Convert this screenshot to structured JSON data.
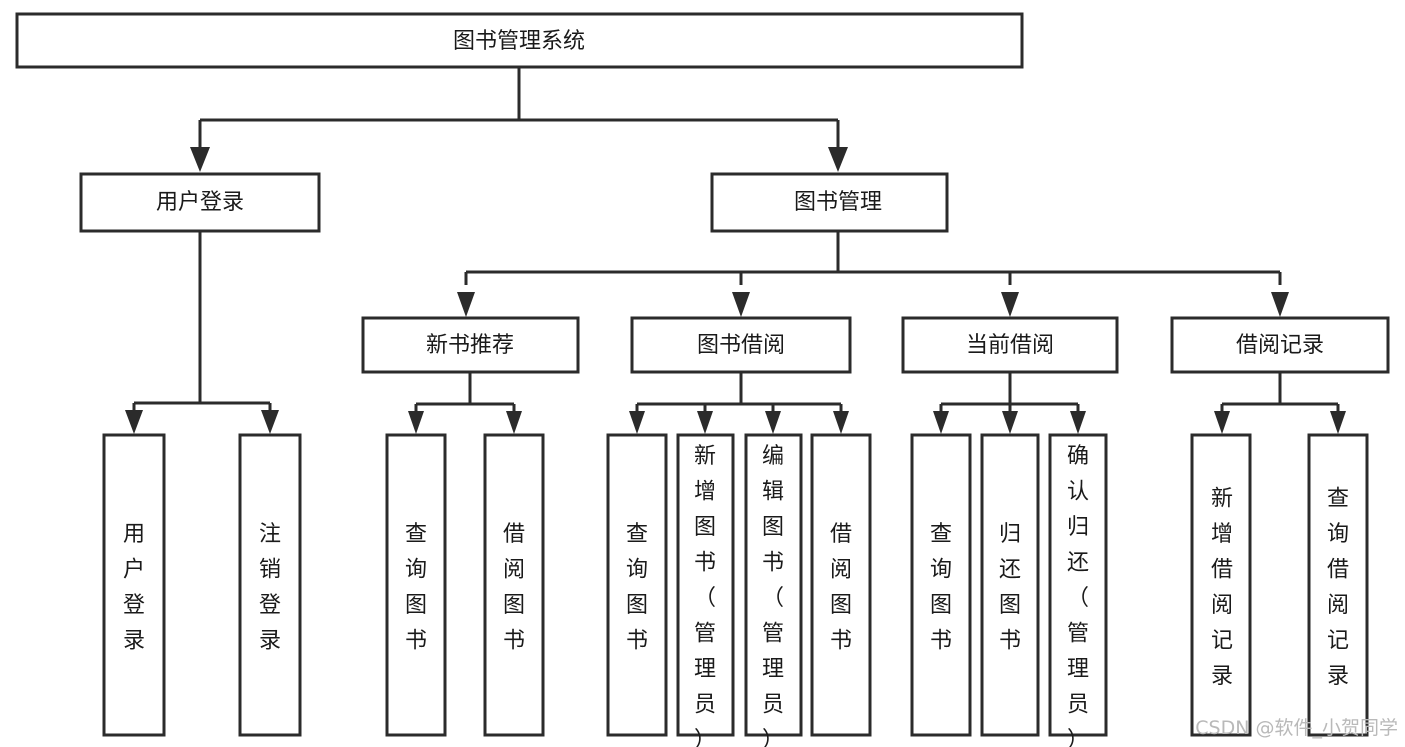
{
  "diagram": {
    "title": "图书管理系统",
    "type": "tree-structure-chart",
    "root": {
      "id": "root",
      "label": "图书管理系统"
    },
    "level2": [
      {
        "id": "user-login",
        "label": "用户登录"
      },
      {
        "id": "book-manage",
        "label": "图书管理"
      }
    ],
    "level3": [
      {
        "id": "new-book-recommend",
        "label": "新书推荐",
        "parent": "book-manage"
      },
      {
        "id": "book-borrow",
        "label": "图书借阅",
        "parent": "book-manage"
      },
      {
        "id": "current-borrow",
        "label": "当前借阅",
        "parent": "book-manage"
      },
      {
        "id": "borrow-record",
        "label": "借阅记录",
        "parent": "book-manage"
      }
    ],
    "leaves": [
      {
        "id": "leaf-user-login",
        "label": "用户登录",
        "parent": "user-login"
      },
      {
        "id": "leaf-user-logout",
        "label": "注销登录",
        "parent": "user-login"
      },
      {
        "id": "leaf-query-book-1",
        "label": "查询图书",
        "parent": "new-book-recommend"
      },
      {
        "id": "leaf-borrow-book-1",
        "label": "借阅图书",
        "parent": "new-book-recommend"
      },
      {
        "id": "leaf-query-book-2",
        "label": "查询图书",
        "parent": "book-borrow"
      },
      {
        "id": "leaf-add-book",
        "label": "新增图书（管理员）",
        "parent": "book-borrow"
      },
      {
        "id": "leaf-edit-book",
        "label": "编辑图书（管理员）",
        "parent": "book-borrow"
      },
      {
        "id": "leaf-borrow-book-2",
        "label": "借阅图书",
        "parent": "book-borrow"
      },
      {
        "id": "leaf-query-book-3",
        "label": "查询图书",
        "parent": "current-borrow"
      },
      {
        "id": "leaf-return-book",
        "label": "归还图书",
        "parent": "current-borrow"
      },
      {
        "id": "leaf-confirm-return",
        "label": "确认归还（管理员）",
        "parent": "current-borrow"
      },
      {
        "id": "leaf-add-record",
        "label": "新增借阅记录",
        "parent": "borrow-record"
      },
      {
        "id": "leaf-query-record",
        "label": "查询借阅记录",
        "parent": "borrow-record"
      }
    ],
    "colors": {
      "stroke": "#2b2b2b",
      "fill": "#ffffff",
      "text": "#1a1a1a",
      "watermark": "#b9b9b9"
    }
  },
  "watermark": {
    "text": "CSDN @软件_小贺同学"
  }
}
